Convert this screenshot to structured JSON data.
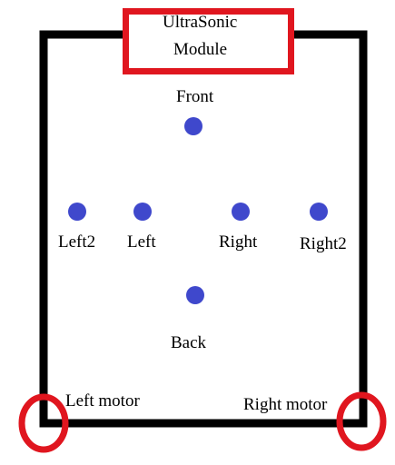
{
  "colors": {
    "frame": "#000000",
    "marker": "#e0161f",
    "dot": "#3f48cc",
    "text": "#000000",
    "background": "#ffffff"
  },
  "module": {
    "line1": "UltraSonic",
    "line2": "Module"
  },
  "sensors": {
    "front": "Front",
    "left2": "Left2",
    "left": "Left",
    "right": "Right",
    "right2": "Right2",
    "back": "Back"
  },
  "motors": {
    "left": "Left motor",
    "right": "Right motor"
  }
}
